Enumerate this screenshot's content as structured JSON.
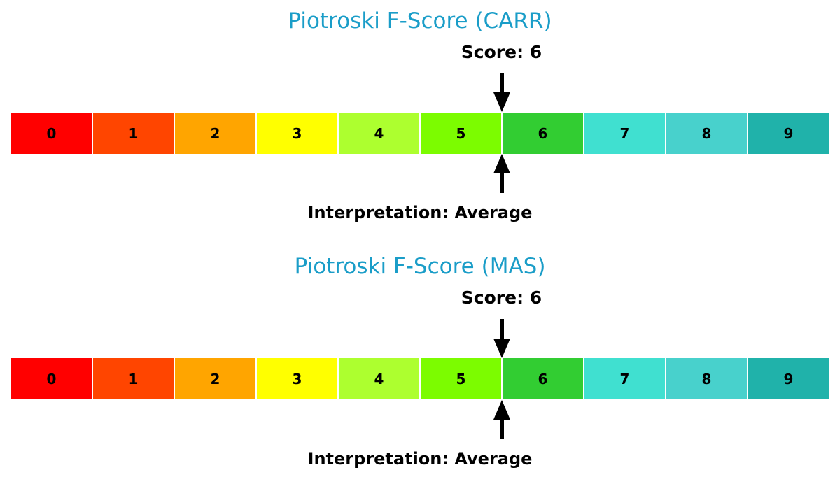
{
  "chart_data": [
    {
      "type": "gauge",
      "title": "Piotroski F-Score (CARR)",
      "score_label": "Score: 6",
      "score": 6,
      "interpretation_label": "Interpretation: Average",
      "interpretation": "Average",
      "categories": [
        "0",
        "1",
        "2",
        "3",
        "4",
        "5",
        "6",
        "7",
        "8",
        "9"
      ],
      "colors": [
        "#FF0000",
        "#FF4500",
        "#FFA500",
        "#FFFF00",
        "#ADFF2F",
        "#7CFC00",
        "#32CD32",
        "#40E0D0",
        "#48D1CC",
        "#20B2AA"
      ],
      "marker_position": "boundary between 5 and 6"
    },
    {
      "type": "gauge",
      "title": "Piotroski F-Score (MAS)",
      "score_label": "Score: 6",
      "score": 6,
      "interpretation_label": "Interpretation: Average",
      "interpretation": "Average",
      "categories": [
        "0",
        "1",
        "2",
        "3",
        "4",
        "5",
        "6",
        "7",
        "8",
        "9"
      ],
      "colors": [
        "#FF0000",
        "#FF4500",
        "#FFA500",
        "#FFFF00",
        "#ADFF2F",
        "#7CFC00",
        "#32CD32",
        "#40E0D0",
        "#48D1CC",
        "#20B2AA"
      ],
      "marker_position": "boundary between 5 and 6"
    }
  ],
  "panels": [
    {
      "title": "Piotroski F-Score (CARR)",
      "score_label": "Score: 6",
      "interpretation_label": "Interpretation: Average",
      "segments": [
        "0",
        "1",
        "2",
        "3",
        "4",
        "5",
        "6",
        "7",
        "8",
        "9"
      ]
    },
    {
      "title": "Piotroski F-Score (MAS)",
      "score_label": "Score: 6",
      "interpretation_label": "Interpretation: Average",
      "segments": [
        "0",
        "1",
        "2",
        "3",
        "4",
        "5",
        "6",
        "7",
        "8",
        "9"
      ]
    }
  ],
  "colors": {
    "title": "#1a9dc8",
    "segments": [
      "#FF0000",
      "#FF4500",
      "#FFA500",
      "#FFFF00",
      "#ADFF2F",
      "#7CFC00",
      "#32CD32",
      "#40E0D0",
      "#48D1CC",
      "#20B2AA"
    ]
  }
}
